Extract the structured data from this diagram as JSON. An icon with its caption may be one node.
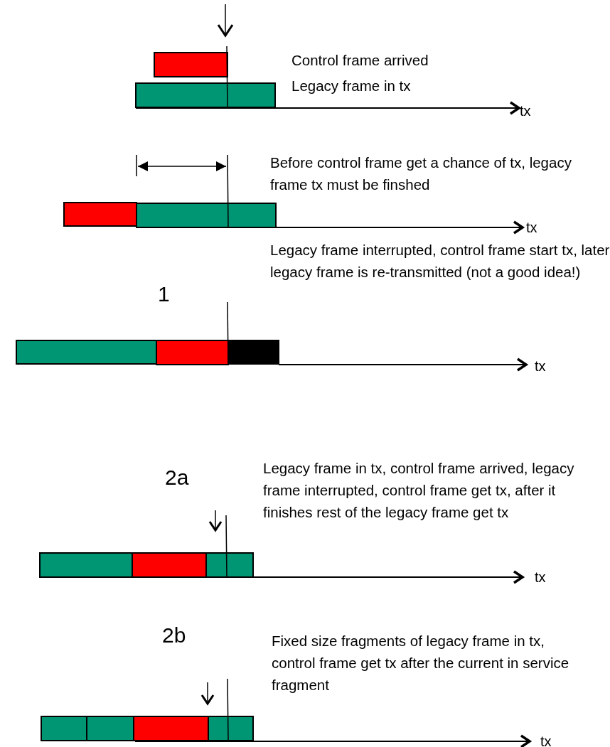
{
  "diagram": {
    "labels": [
      "Control frame arrived",
      "Legacy frame in tx",
      "tx",
      "Before control frame get a chance of tx, legacy frame tx must be finshed",
      "tx",
      "Legacy frame interrupted, control frame start tx, later legacy frame is re-transmitted (not a good idea!)",
      "1",
      "tx",
      "2a",
      "Legacy frame in tx, control frame arrived, legacy frame interrupted, control frame get tx, after it finishes rest of the legacy frame get tx",
      "tx",
      "2b",
      "Fixed size fragments of legacy frame in tx, control frame get tx after the current in service fragment",
      "tx"
    ]
  }
}
